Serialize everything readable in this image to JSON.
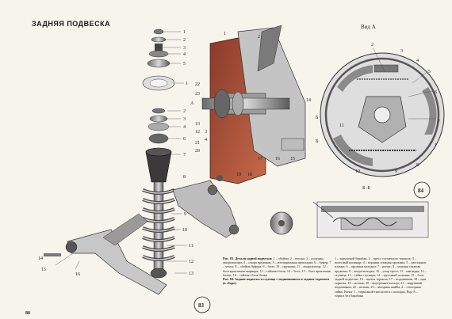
{
  "title": "ЗАДНЯЯ ПОДВЕСКА",
  "page_number": "80",
  "view_a_label": "Вид А",
  "section_a_label": "А",
  "section_b_label": "Б",
  "section_bb_label": "Б–Б",
  "fig83_number": "83",
  "fig84_number": "84",
  "caption83": {
    "title": "Рис. 83. Детали задней подвески:",
    "text": "1 – обойма; 2 – втулка; 3 – подушка амортизатора; 4 – опора пружины; 5 – изоляционная прокладка; 6 – буфер; 7 – чехол; 8 – обойма буфера; 9 – болт; 10 – пружина; 11 – амортизатор; 12 – болт крепления шарнира; 13 – сайлент-блок; 14 – болт; 15 – болт крепления балки; 16 – сайлент-блок балки"
  },
  "caption84": {
    "title": "Рис. 84. Задняя подвеска и ступица с подшипником и задним тормозом (в сборе):",
    "text": "1 – тормозной барабан; 2 – пресс ступичного тормоза; 3 – колесный цилиндр; 4 – верхняя стяжная пружина; 5 – распорная планка; 6 – пружина колодки; 7 – рычаг; 8 – нижняя стяжная пружина; 9 – опора колодки; 10 – упор троса; 11 – накладка; 12 – ступица; 13 – гайка ступицы; 14 – тросовый сальник; 15 – болт задней подвески; 16 – щиток тормоза; 17 – подшипник; 18 – щит тормоза; 19 – колпак; 20 – внутреннее кольцо; 21 – наружный подшипник; 22 – колпак; 23 – запорная шайба; 4 – стопорная гайка; Рычаг 1 – тормозной тяги колеса с колодки, Вид А – тормоз без барабана"
  },
  "callouts_left": [
    "1",
    "2",
    "3",
    "4",
    "5",
    "1",
    "2",
    "3",
    "4",
    "6",
    "7",
    "8",
    "9",
    "10",
    "11",
    "12",
    "13",
    "14",
    "15",
    "16"
  ],
  "callouts_hub": [
    "1",
    "2",
    "22",
    "23",
    "21",
    "13",
    "12",
    "20",
    "19",
    "18",
    "17",
    "16",
    "15",
    "14",
    "3",
    "4"
  ],
  "callouts_drum": [
    "2",
    "3",
    "4",
    "5",
    "6",
    "7",
    "8",
    "9",
    "10",
    "11",
    "1"
  ]
}
